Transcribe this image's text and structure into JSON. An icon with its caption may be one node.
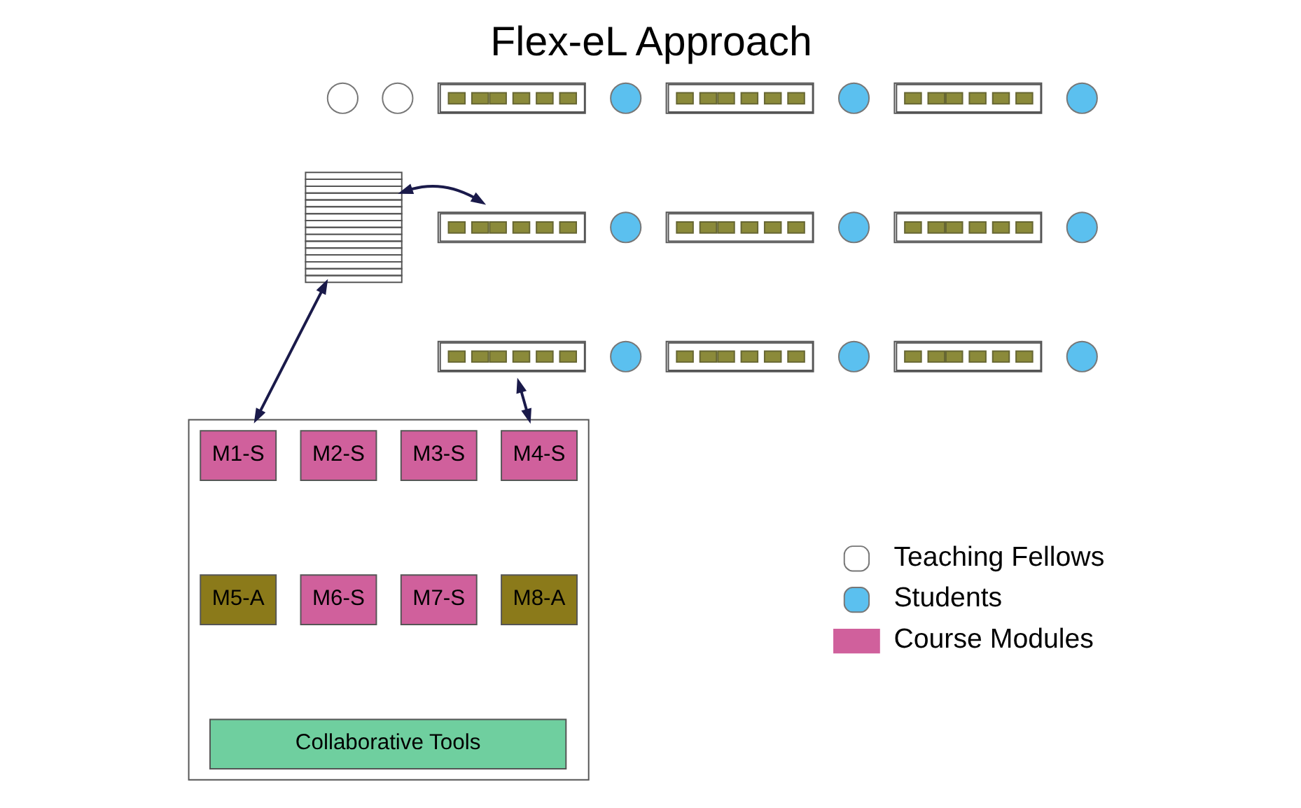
{
  "diagram": {
    "title": "Flex-eL Approach",
    "nodes": [
      {
        "text": [],
        "shape": "circle"
      },
      {
        "text": [],
        "shape": "circle"
      },
      {
        "text": [],
        "shape": "picture"
      },
      {
        "text": [],
        "shape": "picture"
      },
      {
        "text": [],
        "shape": "circle"
      },
      {
        "text": [],
        "shape": "picture"
      },
      {
        "text": [],
        "shape": "circle"
      },
      {
        "text": [],
        "shape": "picture"
      },
      {
        "text": [],
        "shape": "circle"
      },
      {
        "text": [],
        "shape": "picture"
      },
      {
        "text": [],
        "shape": "circle"
      },
      {
        "text": [],
        "shape": "picture"
      },
      {
        "text": [],
        "shape": "circle"
      },
      {
        "text": [],
        "shape": "picture"
      },
      {
        "text": [],
        "shape": "circle"
      },
      {
        "text": [],
        "shape": "picture"
      },
      {
        "text": [],
        "shape": "circle"
      },
      {
        "text": [],
        "shape": "picture"
      },
      {
        "text": [],
        "shape": "circle"
      },
      {
        "text": [],
        "shape": "picture"
      },
      {
        "text": [],
        "shape": "circle"
      },
      {
        "text": [],
        "shape": "box"
      },
      {
        "text": [
          "M1-S"
        ],
        "in": 21
      },
      {
        "text": [
          "M2-S"
        ],
        "in": 21
      },
      {
        "text": [
          "M3-S"
        ],
        "in": 21
      },
      {
        "text": [
          "M4-S"
        ],
        "in": 21
      },
      {
        "text": [
          "M5-A"
        ],
        "in": 21
      },
      {
        "text": [
          "M6-S"
        ],
        "in": 21
      },
      {
        "text": [
          "M7-S"
        ],
        "in": 21
      },
      {
        "text": [
          "M8-A"
        ],
        "in": 21
      },
      {
        "text": [
          "Collaborative Tools"
        ],
        "in": 21
      }
    ],
    "edges": [
      {
        "from": 2,
        "to": 9,
        "arrow": "both"
      },
      {
        "from": 2,
        "to": 21,
        "arrow": "both"
      },
      {
        "from": 15,
        "to": 21,
        "arrow": "both"
      }
    ],
    "legend": [
      {
        "text": "Teaching Fellows"
      },
      {
        "text": "Students"
      },
      {
        "text": "Course Modules",
        "color": "#d0609c"
      }
    ]
  }
}
